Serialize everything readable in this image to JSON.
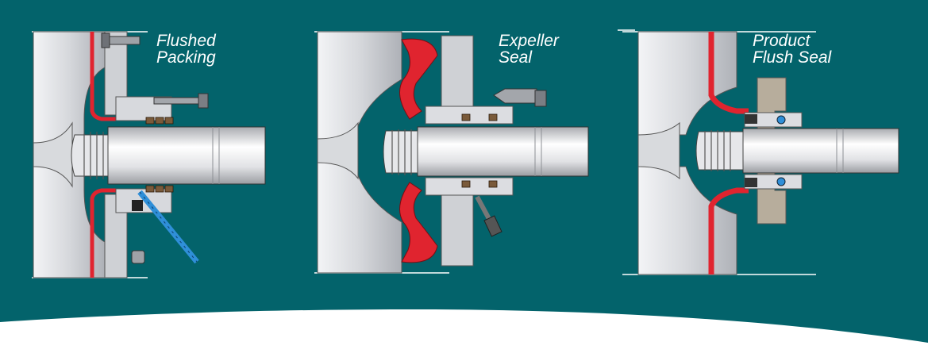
{
  "colors": {
    "background_teal": "#03636b",
    "seal_red": "#e0242f",
    "metal_light": "#e4e5e8",
    "metal_mid": "#c4c6cb",
    "metal_dark": "#8e9096",
    "packing_brown": "#7a5a3a",
    "flush_blue": "#2f8fd8",
    "gland_tan": "#b7ad9c"
  },
  "panels": [
    {
      "id": "flushed-packing",
      "label_lines": [
        "Flushed",
        "Packing"
      ]
    },
    {
      "id": "expeller-seal",
      "label_lines": [
        "Expeller",
        "Seal"
      ]
    },
    {
      "id": "product-flush-seal",
      "label_lines": [
        "Product",
        "Flush Seal"
      ]
    }
  ]
}
